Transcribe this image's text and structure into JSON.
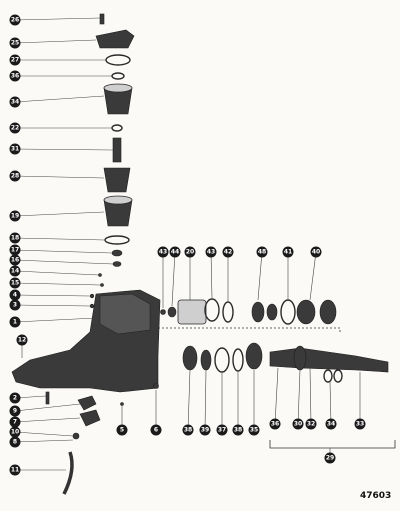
{
  "figure_number": "47603",
  "callouts": [
    {
      "num": "26"
    },
    {
      "num": "25"
    },
    {
      "num": "27"
    },
    {
      "num": "36"
    },
    {
      "num": "34"
    },
    {
      "num": "22"
    },
    {
      "num": "31"
    },
    {
      "num": "28"
    },
    {
      "num": "19"
    },
    {
      "num": "18"
    },
    {
      "num": "17"
    },
    {
      "num": "16"
    },
    {
      "num": "14"
    },
    {
      "num": "15"
    },
    {
      "num": "4"
    },
    {
      "num": "3"
    },
    {
      "num": "1"
    },
    {
      "num": "12"
    },
    {
      "num": "2"
    },
    {
      "num": "9"
    },
    {
      "num": "7"
    },
    {
      "num": "10"
    },
    {
      "num": "8"
    },
    {
      "num": "11"
    },
    {
      "num": "5"
    },
    {
      "num": "6"
    },
    {
      "num": "43"
    },
    {
      "num": "44"
    },
    {
      "num": "20"
    },
    {
      "num": "43"
    },
    {
      "num": "42"
    },
    {
      "num": "48"
    },
    {
      "num": "41"
    },
    {
      "num": "40"
    },
    {
      "num": "38"
    },
    {
      "num": "39"
    },
    {
      "num": "37"
    },
    {
      "num": "38"
    },
    {
      "num": "35"
    },
    {
      "num": "36"
    },
    {
      "num": "30"
    },
    {
      "num": "32"
    },
    {
      "num": "34"
    },
    {
      "num": "33"
    },
    {
      "num": "29"
    }
  ]
}
